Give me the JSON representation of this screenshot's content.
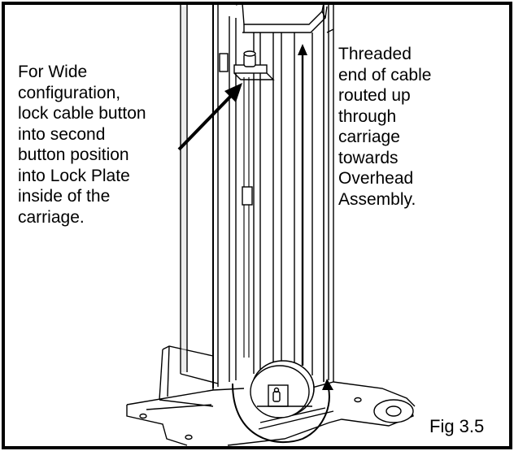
{
  "callouts": {
    "left": "For Wide\nconfiguration,\nlock cable button\ninto second\nbutton position\ninto Lock Plate\ninside of the\ncarriage.",
    "right": "Threaded\nend of cable\nrouted up\nthrough\ncarriage\ntowards\nOverhead\nAssembly."
  },
  "figure_label": "Fig 3.5",
  "colors": {
    "ink": "#000000",
    "background": "#ffffff",
    "shade": "#d8d8d8"
  }
}
